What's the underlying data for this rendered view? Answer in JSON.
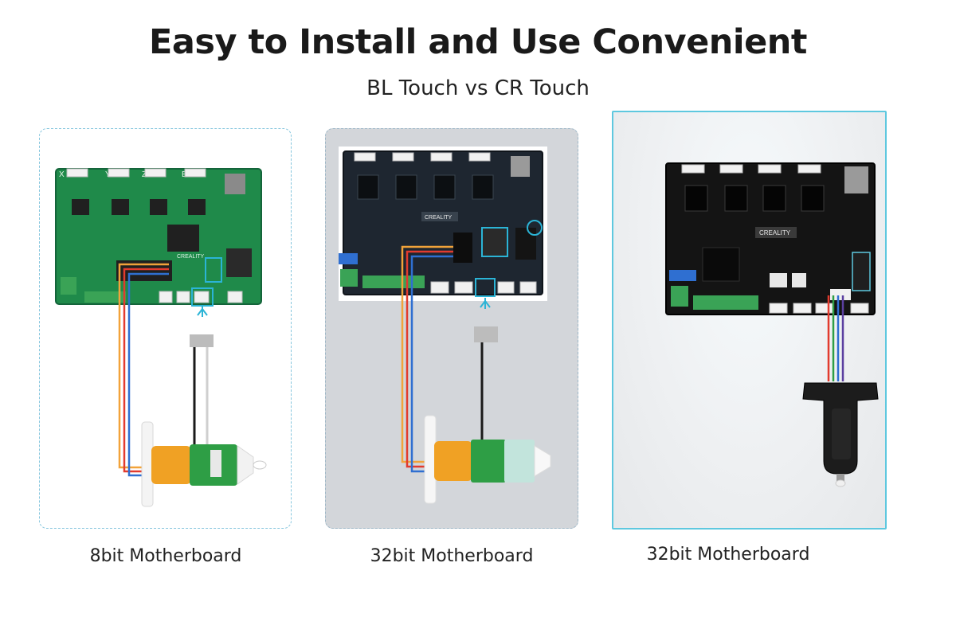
{
  "header": {
    "title": "Easy to Install and Use Convenient",
    "subtitle": "BL Touch vs CR Touch"
  },
  "panels": [
    {
      "caption": "8bit Motherboard",
      "board_color": "#1f8a4a",
      "cable_colors": [
        "#f2a33a",
        "#e23b2e",
        "#2f6fd1",
        "#1a1a1a"
      ]
    },
    {
      "caption": "32bit Motherboard",
      "board_color": "#1e2630",
      "cable_colors": [
        "#f2a33a",
        "#e23b2e",
        "#2f6fd1",
        "#1a1a1a"
      ]
    },
    {
      "caption": "32bit Motherboard",
      "board_color": "#141414",
      "cable_colors": [
        "#e23b2e",
        "#2e9e45",
        "#2f6fd1",
        "#5b3fa0"
      ]
    }
  ],
  "board_text": {
    "brand": "CREALITY",
    "axis_labels": [
      "X",
      "Y",
      "Z",
      "E"
    ]
  },
  "colors": {
    "accent": "#5ec8df",
    "connector_highlight": "#2bb4d6"
  }
}
